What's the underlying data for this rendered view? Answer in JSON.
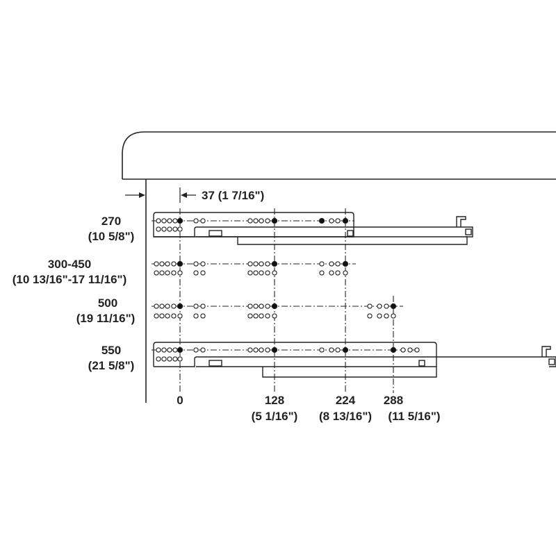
{
  "offset_dimension": "37 (1 7/16\")",
  "rows": [
    {
      "length": "270",
      "length_in": "(10 5/8\")"
    },
    {
      "length": "300-450",
      "length_in": "(10 13/16\"-17 11/16\")"
    },
    {
      "length": "500",
      "length_in": "(19 11/16\")"
    },
    {
      "length": "550",
      "length_in": "(21 5/8\")"
    }
  ],
  "positions": [
    {
      "mm": "0",
      "in": ""
    },
    {
      "mm": "128",
      "in": "(5 1/16\")"
    },
    {
      "mm": "224",
      "in": "(8 13/16\")"
    },
    {
      "mm": "288",
      "in": "(11 5/16\")"
    }
  ],
  "colors": {
    "line": "#222222",
    "fill_dark": "#111111",
    "background": "#ffffff"
  }
}
